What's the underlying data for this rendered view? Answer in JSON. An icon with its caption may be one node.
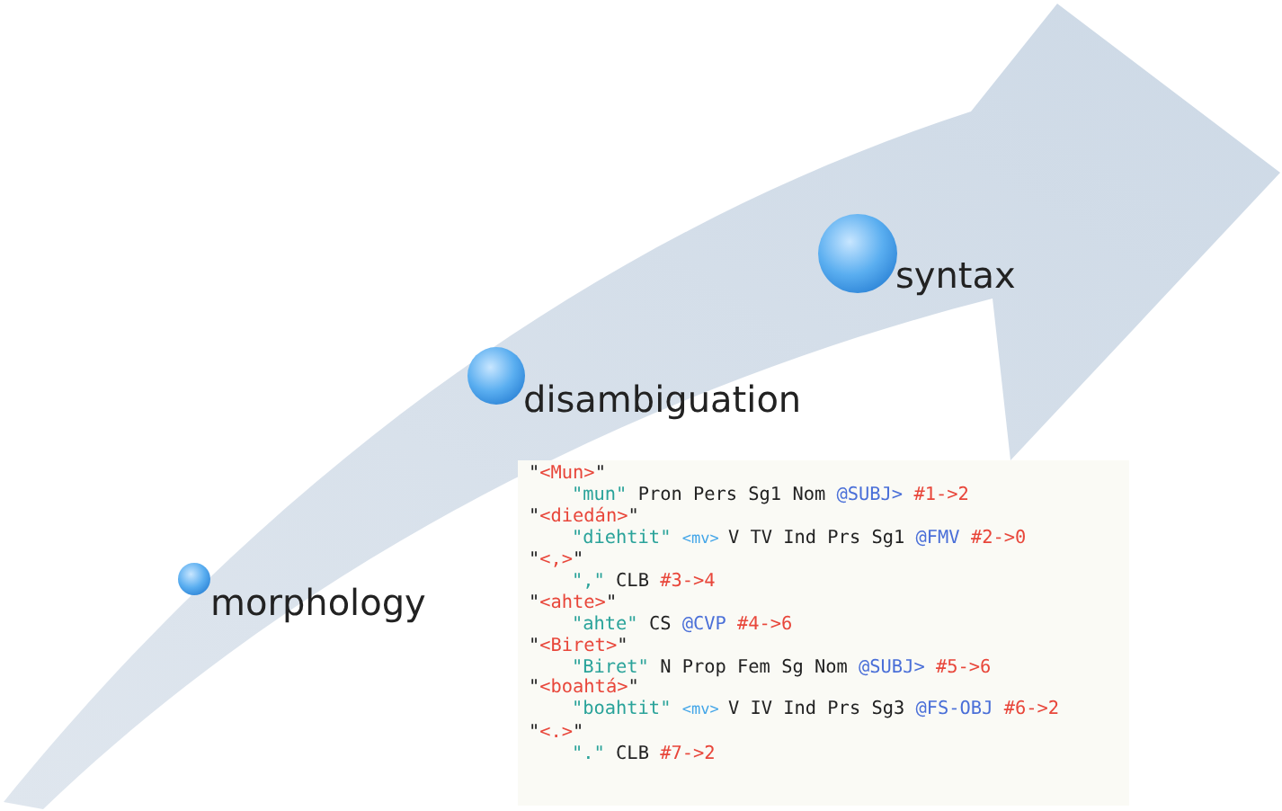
{
  "diagram": {
    "nodes": [
      {
        "text": [
          "morphology"
        ]
      },
      {
        "text": [
          "disambiguation"
        ]
      },
      {
        "text": [
          "syntax"
        ]
      },
      {
        "text": [
          "\"<Mun>\"",
          "\"mun\" Pron Pers Sg1 Nom @SUBJ> #1->2",
          "\"<diedán>\"",
          "\"diehtit\" <mv> V TV Ind Prs Sg1 @FMV #2->0",
          "\"<,>\"",
          "\",\" CLB #3->4",
          "\"<ahte>\"",
          "\"ahte\" CS @CVP #4->6",
          "\"<Biret>\"",
          "\"Biret\" N Prop Fem Sg Nom @SUBJ> #5->6",
          "\"<boahtá>\"",
          "\"boahtit\" <mv> V IV Ind Prs Sg3 @FS-OBJ #6->2",
          "\"<.>\"",
          "\".\" CLB #7->2"
        ]
      }
    ]
  }
}
